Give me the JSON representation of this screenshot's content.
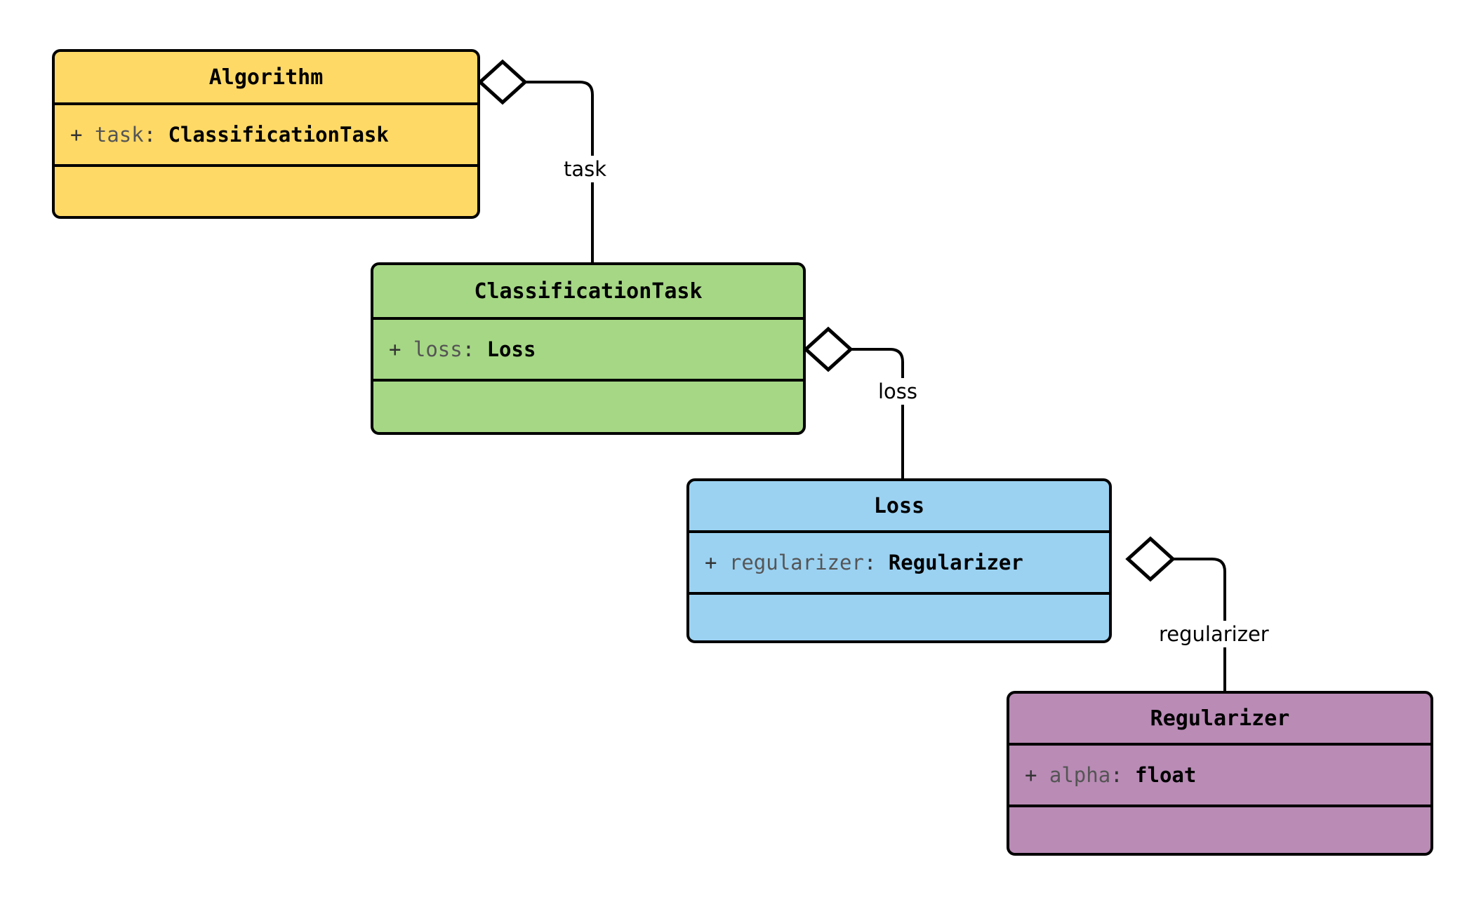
{
  "diagram": {
    "type": "uml-class-diagram",
    "background_color": "#ffffff",
    "line_color": "#000000",
    "classes": [
      {
        "id": "algorithm",
        "name": "Algorithm",
        "fill_color": "#ffd966",
        "attribute": {
          "visibility": "+",
          "name": "task",
          "separator": ":",
          "type": "ClassificationTask"
        },
        "methods": []
      },
      {
        "id": "classification-task",
        "name": "ClassificationTask",
        "fill_color": "#a6d785",
        "attribute": {
          "visibility": "+",
          "name": "loss",
          "separator": ":",
          "type": "Loss"
        },
        "methods": []
      },
      {
        "id": "loss",
        "name": "Loss",
        "fill_color": "#9bd2f2",
        "attribute": {
          "visibility": "+",
          "name": "regularizer",
          "separator": ":",
          "type": "Regularizer"
        },
        "methods": []
      },
      {
        "id": "regularizer",
        "name": "Regularizer",
        "fill_color": "#b98bb5",
        "attribute": {
          "visibility": "+",
          "name": "alpha",
          "separator": ":",
          "type": "float"
        },
        "methods": []
      }
    ],
    "relationships": [
      {
        "id": "algorithm-task",
        "kind": "aggregation",
        "source": "Algorithm",
        "target": "ClassificationTask",
        "label": "task"
      },
      {
        "id": "classification-task-loss",
        "kind": "aggregation",
        "source": "ClassificationTask",
        "target": "Loss",
        "label": "loss"
      },
      {
        "id": "loss-regularizer",
        "kind": "aggregation",
        "source": "Loss",
        "target": "Regularizer",
        "label": "regularizer"
      }
    ]
  }
}
